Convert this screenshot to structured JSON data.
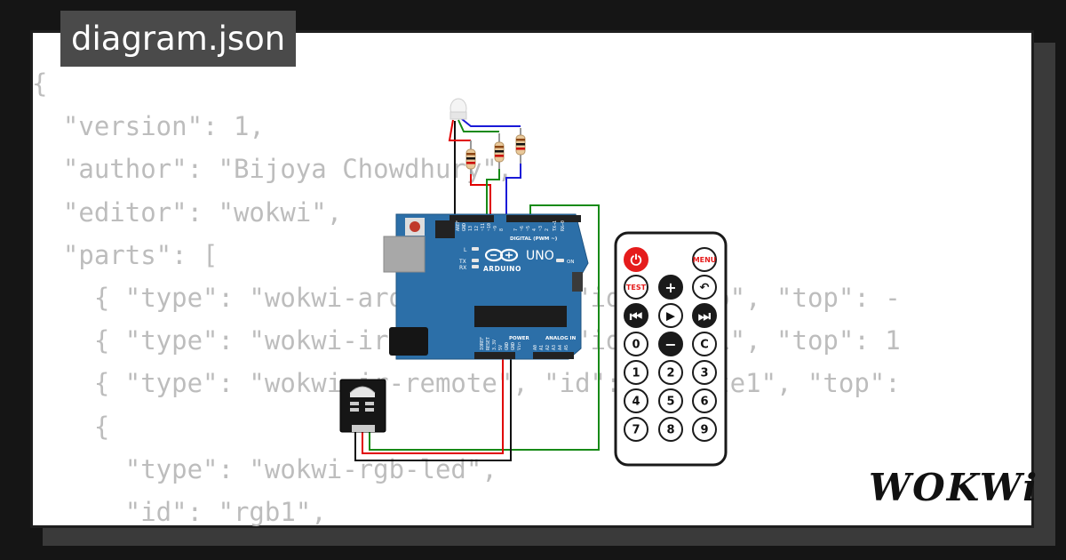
{
  "tab_title": "diagram.json",
  "code_lines": [
    "{",
    "  \"version\": 1,",
    "  \"author\": \"Bijoya Chowdhury\",",
    "  \"editor\": \"wokwi\",",
    "  \"parts\": [",
    "    { \"type\": \"wokwi-arduino-uno\", \"id\": \"uno\", \"top\": -",
    "    { \"type\": \"wokwi-ir-receiver\", \"id\": \"ir1\", \"top\": 1",
    "    { \"type\": \"wokwi-ir-remote\", \"id\": \"remote1\", \"top\":",
    "    {",
    "      \"type\": \"wokwi-rgb-led\",",
    "      \"id\": \"rgb1\","
  ],
  "logo_text": "WOKWi",
  "board": {
    "brand": "ARDUINO",
    "model": "UNO",
    "digital_label": "DIGITAL (PWM ~)",
    "power_label": "POWER",
    "analog_label": "ANALOG IN",
    "on_label": "ON",
    "l_label": "L",
    "tx_label": "TX",
    "rx_label": "RX",
    "pins_top": [
      "AREF",
      "GND",
      "13",
      "12",
      "~11",
      "~10",
      "~9",
      "8",
      "7",
      "~6",
      "~5",
      "4",
      "~3",
      "2",
      "TX→1",
      "RX←0"
    ],
    "pins_power": [
      "IOREF",
      "RESET",
      "3.3V",
      "5V",
      "GND",
      "GND",
      "Vin"
    ],
    "pins_analog": [
      "A0",
      "A1",
      "A2",
      "A3",
      "A4",
      "A5"
    ]
  },
  "remote": {
    "rows": [
      [
        {
          "label": "⏻",
          "kind": "power"
        },
        {
          "label": "",
          "kind": "blank"
        },
        {
          "label": "MENU",
          "kind": "red"
        }
      ],
      [
        {
          "label": "TEST",
          "kind": "red"
        },
        {
          "label": "+",
          "kind": "dark"
        },
        {
          "label": "↶",
          "kind": "light"
        }
      ],
      [
        {
          "label": "⏮",
          "kind": "dark"
        },
        {
          "label": "▶",
          "kind": "light"
        },
        {
          "label": "⏭",
          "kind": "dark"
        }
      ],
      [
        {
          "label": "0",
          "kind": "light"
        },
        {
          "label": "−",
          "kind": "dark"
        },
        {
          "label": "C",
          "kind": "light"
        }
      ],
      [
        {
          "label": "1",
          "kind": "light"
        },
        {
          "label": "2",
          "kind": "light"
        },
        {
          "label": "3",
          "kind": "light"
        }
      ],
      [
        {
          "label": "4",
          "kind": "light"
        },
        {
          "label": "5",
          "kind": "light"
        },
        {
          "label": "6",
          "kind": "light"
        }
      ],
      [
        {
          "label": "7",
          "kind": "light"
        },
        {
          "label": "8",
          "kind": "light"
        },
        {
          "label": "9",
          "kind": "light"
        }
      ]
    ]
  },
  "colors": {
    "board": "#2c6fa8",
    "wire_red": "#e00000",
    "wire_green": "#178a17",
    "wire_blue": "#1a1ad8",
    "wire_black": "#111111"
  }
}
